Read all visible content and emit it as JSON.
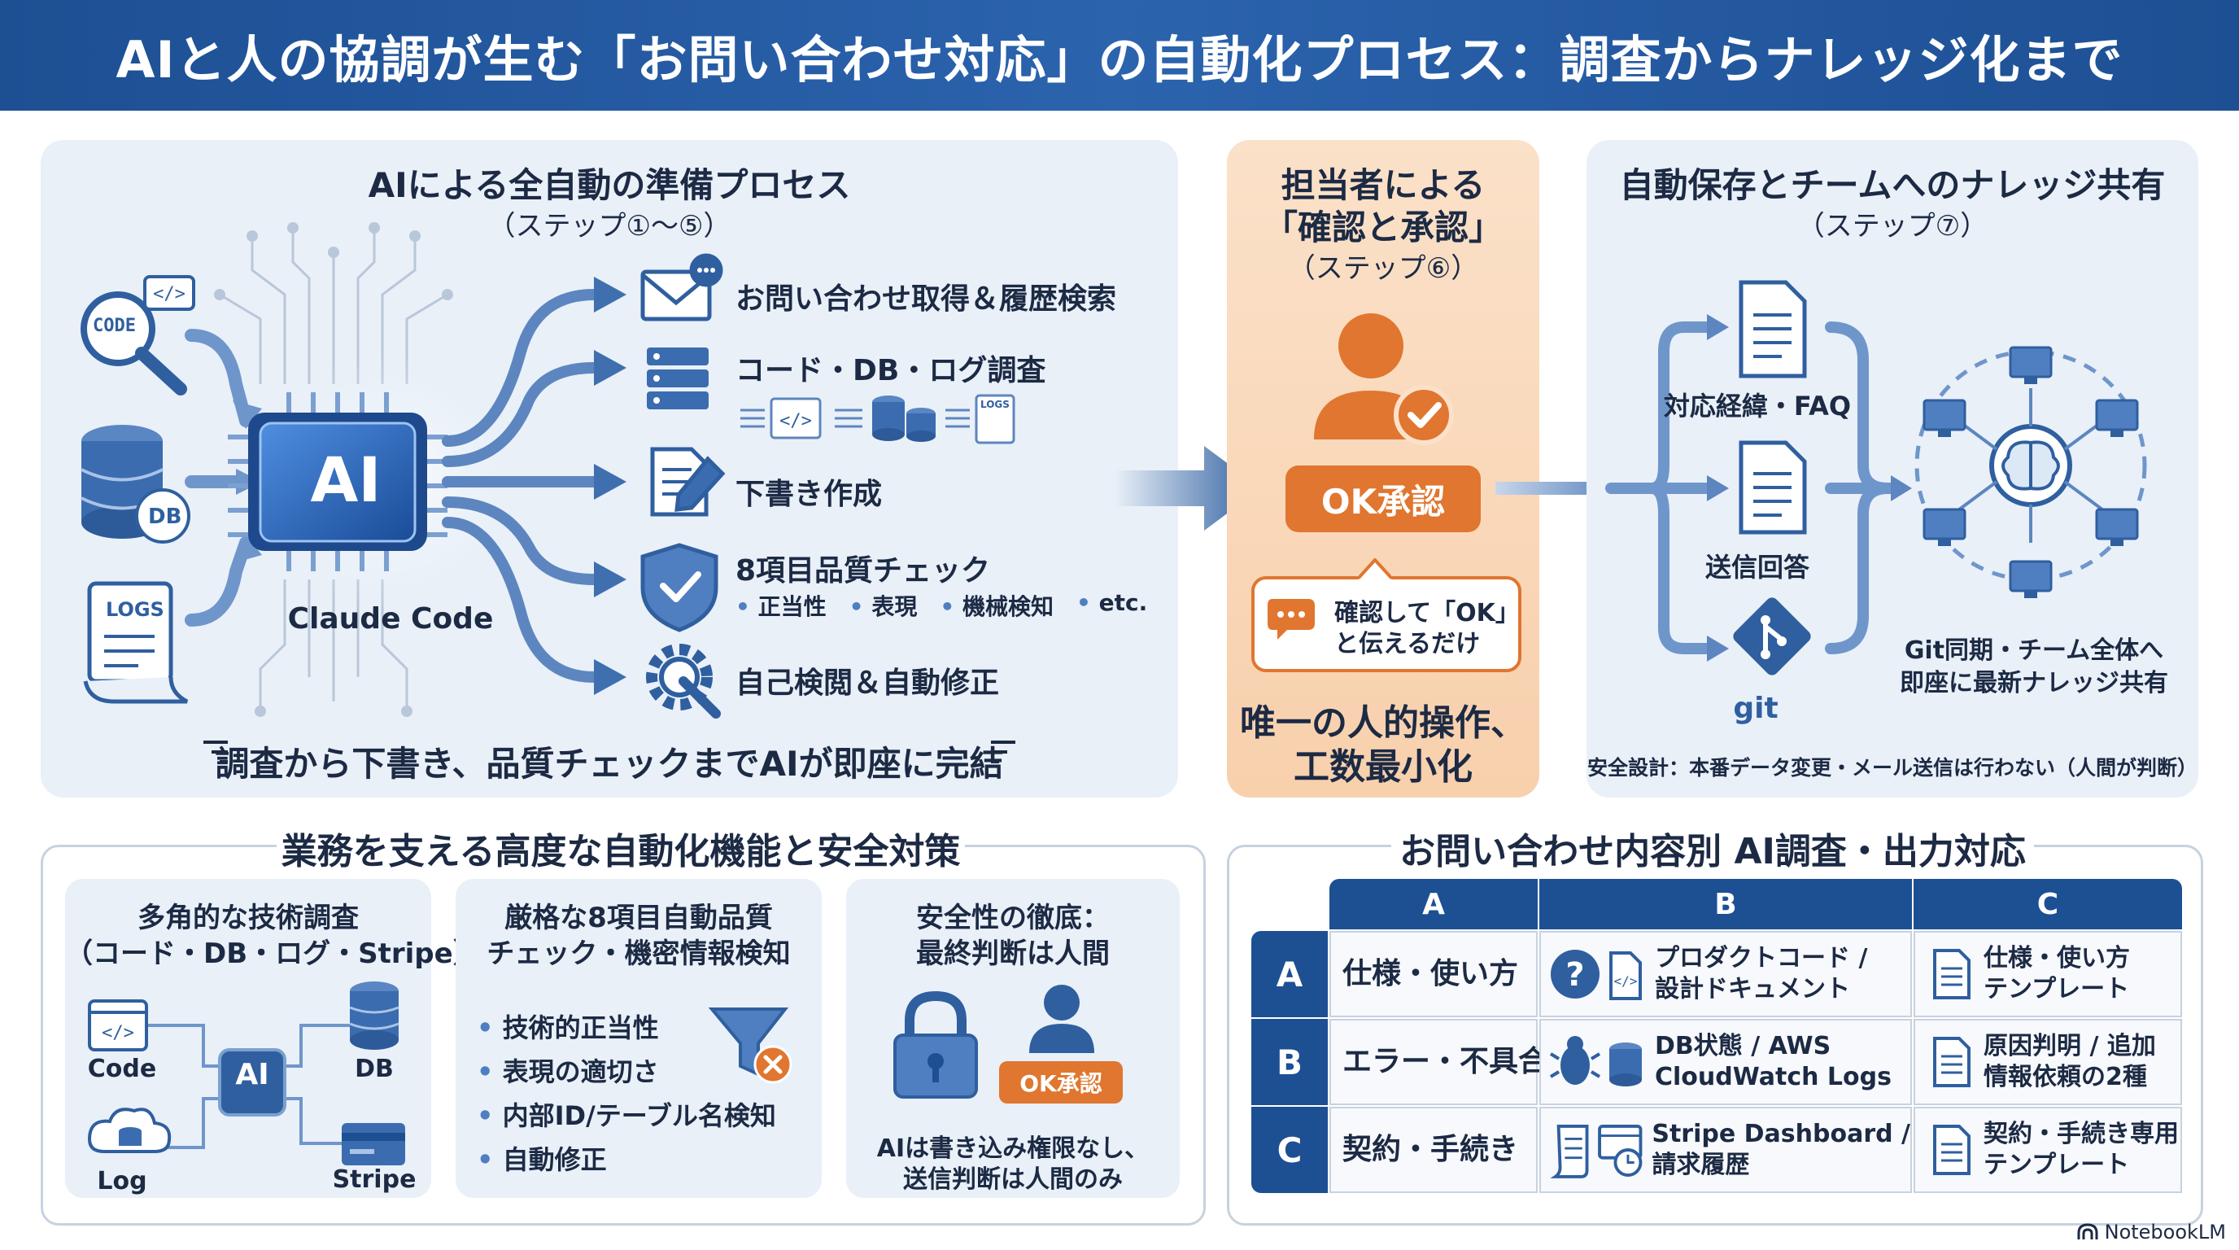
{
  "title": "AIと人の協調が生む「お問い合わせ対応」の自動化プロセス：調査からナレッジ化まで",
  "left_panel": {
    "title": "AIによる全自動の準備プロセス",
    "subtitle": "（ステップ①〜⑤）",
    "inputs": {
      "code": "CODE",
      "db": "DB",
      "logs": "LOGS"
    },
    "chip": "AI",
    "chip_caption": "Claude Code",
    "steps": [
      {
        "label": "お問い合わせ取得＆履歴検索"
      },
      {
        "label": "コード・DB・ログ調査"
      },
      {
        "label": "下書き作成"
      },
      {
        "label": "8項目品質チェック",
        "tags": [
          "正当性",
          "表現",
          "機械検知",
          "etc."
        ]
      },
      {
        "label": "自己検閲＆自動修正"
      }
    ],
    "logs_mini": "LOGS",
    "footer": "調査から下書き、品質チェックまでAIが即座に完結"
  },
  "middle_panel": {
    "title_line1": "担当者による",
    "title_line2": "「確認と承認」",
    "subtitle": "（ステップ⑥）",
    "ok_button": "OK承認",
    "speech_line1": "確認して「OK」",
    "speech_line2": "と伝えるだけ",
    "footer_line1": "唯一の人的操作、",
    "footer_line2": "工数最小化"
  },
  "right_panel": {
    "title": "自動保存とチームへのナレッジ共有",
    "subtitle": "（ステップ⑦）",
    "docs": [
      "対応経緯・FAQ",
      "送信回答"
    ],
    "git_label": "git",
    "network_line1": "Git同期・チーム全体へ",
    "network_line2": "即座に最新ナレッジ共有",
    "safety": "安全設計：本番データ変更・メール送信は行わない（人間が判断）"
  },
  "bottom_left": {
    "title": "業務を支える高度な自動化機能と安全対策",
    "card1": {
      "title_line1": "多角的な技術調査",
      "title_line2": "（コード・DB・ログ・Stripe）",
      "labels": {
        "code": "Code",
        "db": "DB",
        "log": "Log",
        "stripe": "Stripe",
        "ai": "AI"
      }
    },
    "card2": {
      "title_line1": "厳格な8項目自動品質",
      "title_line2": "チェック・機密情報検知",
      "items": [
        "技術的正当性",
        "表現の適切さ",
        "内部ID/テーブル名検知",
        "自動修正"
      ]
    },
    "card3": {
      "title_line1": "安全性の徹底：",
      "title_line2": "最終判断は人間",
      "ok_button": "OK承認",
      "caption_line1": "AIは書き込み権限なし、",
      "caption_line2": "送信判断は人間のみ"
    }
  },
  "bottom_right": {
    "title": "お問い合わせ内容別 AI調査・出力対応表",
    "columns": [
      "A",
      "B",
      "C"
    ],
    "rows": [
      {
        "key": "A",
        "label": "仕様・使い方",
        "b_line1": "プロダクトコード /",
        "b_line2": "設計ドキュメント",
        "c_line1": "仕様・使い方",
        "c_line2": "テンプレート"
      },
      {
        "key": "B",
        "label": "エラー・不具合",
        "b_line1": "DB状態 / AWS",
        "b_line2": "CloudWatch Logs",
        "c_line1": "原因判明 / 追加",
        "c_line2": "情報依頼の2種"
      },
      {
        "key": "C",
        "label": "契約・手続き",
        "b_line1": "Stripe Dashboard /",
        "b_line2": "請求履歴",
        "c_line1": "契約・手続き専用",
        "c_line2": "テンプレート"
      }
    ]
  },
  "watermark": "NotebookLM",
  "colors": {
    "primary": "#1d4f93",
    "accent": "#e0762f",
    "panel": "#e9f0f8"
  }
}
